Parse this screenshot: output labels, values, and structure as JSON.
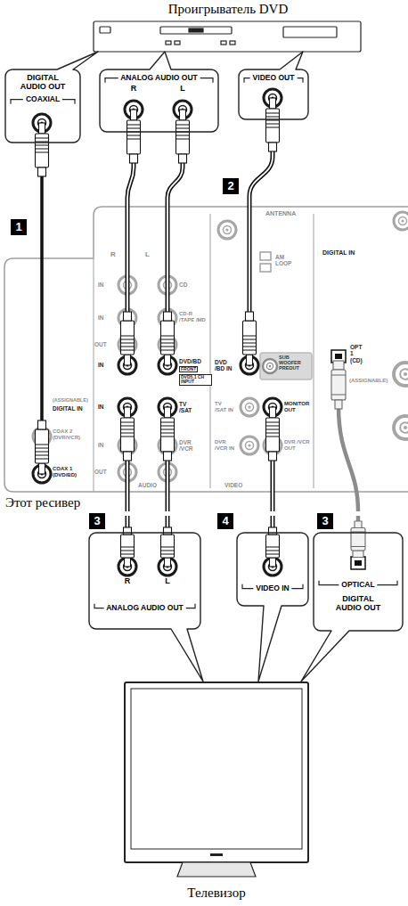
{
  "diagram": {
    "nodes": [
      {
        "text": [
          "Проигрыватель DVD"
        ]
      },
      {
        "text": [
          "DIGITAL AUDIO OUT",
          "COAXIAL"
        ]
      },
      {
        "text": [
          "ANALOG AUDIO OUT",
          "R",
          "L"
        ]
      },
      {
        "text": [
          "VIDEO OUT"
        ]
      },
      {
        "text": [
          "Этот ресивер"
        ]
      },
      {
        "text": [
          "R",
          "L",
          "ANALOG AUDIO OUT"
        ]
      },
      {
        "text": [
          "VIDEO IN"
        ]
      },
      {
        "text": [
          "OPTICAL",
          "DIGITAL AUDIO OUT"
        ]
      },
      {
        "text": [
          "Телевизор"
        ]
      }
    ],
    "edges": [
      {
        "from": 1,
        "to": 4,
        "arrow": "none"
      },
      {
        "from": 2,
        "to": 4,
        "arrow": "none"
      },
      {
        "from": 3,
        "to": 4,
        "arrow": "none"
      },
      {
        "from": 5,
        "to": 4,
        "arrow": "none"
      },
      {
        "from": 4,
        "to": 6,
        "arrow": "none"
      },
      {
        "from": 7,
        "to": 4,
        "arrow": "none"
      }
    ],
    "labels": [
      "1",
      "2",
      "ANTENNA",
      "DIGITAL IN",
      "R",
      "L",
      "IN",
      "CD",
      "AM LOOP",
      "IN",
      "CD-R /TAPE /MD",
      "OUT",
      "OPT 1 (CD)",
      "IN",
      "DVD/BD",
      "FRONT",
      "DVD5.1 CH INPUT",
      "DVD /BD IN",
      "SUB WOOFER PREOUT",
      "(ASSIGNABLE)",
      "(ASSIGNABLE)",
      "DIGITAL IN",
      "IN",
      "TV /SAT",
      "TV /SAT IN",
      "MONITOR OUT",
      "COAX 2 (DVR/VCR)",
      "IN",
      "DVR /VCR",
      "DVR /VCR IN",
      "DVR /VCR OUT",
      "OUT",
      "COAX 1 (DVD/BD)",
      "AUDIO",
      "VIDEO",
      "3",
      "4",
      "3"
    ]
  }
}
